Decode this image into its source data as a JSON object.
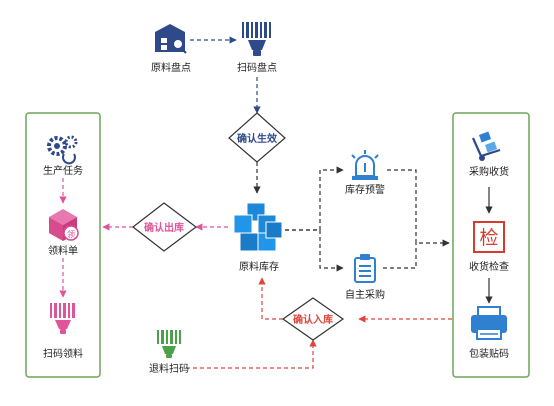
{
  "nodes": {
    "raw_inventory": "原料盘点",
    "scan_inventory": "扫码盘点",
    "confirm_effective": "确认生效",
    "raw_stock": "原料库存",
    "stock_alert": "库存预警",
    "self_purchase": "自主采购",
    "confirm_outbound": "确认出库",
    "confirm_inbound": "确认入库",
    "production_task": "生产任务",
    "pick_order": "领料单",
    "scan_pick": "扫码领料",
    "return_scan": "退料扫码",
    "purchase_receive": "采购收货",
    "receive_check": "收货检查",
    "pack_label": "包装贴码",
    "check_char": "检"
  },
  "colors": {
    "blue": "#2E4A8B",
    "bright_blue": "#2F80D1",
    "pink": "#E0559A",
    "red": "#E0453A",
    "green": "#4CA24A",
    "dark": "#333333",
    "cube": "#1E88D8",
    "panel_border": "#6FA35A"
  },
  "icons": {
    "raw_inventory": "warehouse-search-icon",
    "scan_inventory": "barcode-scanner-icon",
    "stock_alert": "alarm-light-icon",
    "self_purchase": "clipboard-icon",
    "production_task": "gears-icon",
    "pick_order": "box-icon",
    "scan_pick": "barcode-scanner-icon",
    "return_scan": "barcode-scanner-icon",
    "purchase_receive": "hand-truck-icon",
    "receive_check": "inspection-stamp-icon",
    "pack_label": "printer-icon",
    "raw_stock": "cubes-icon"
  }
}
